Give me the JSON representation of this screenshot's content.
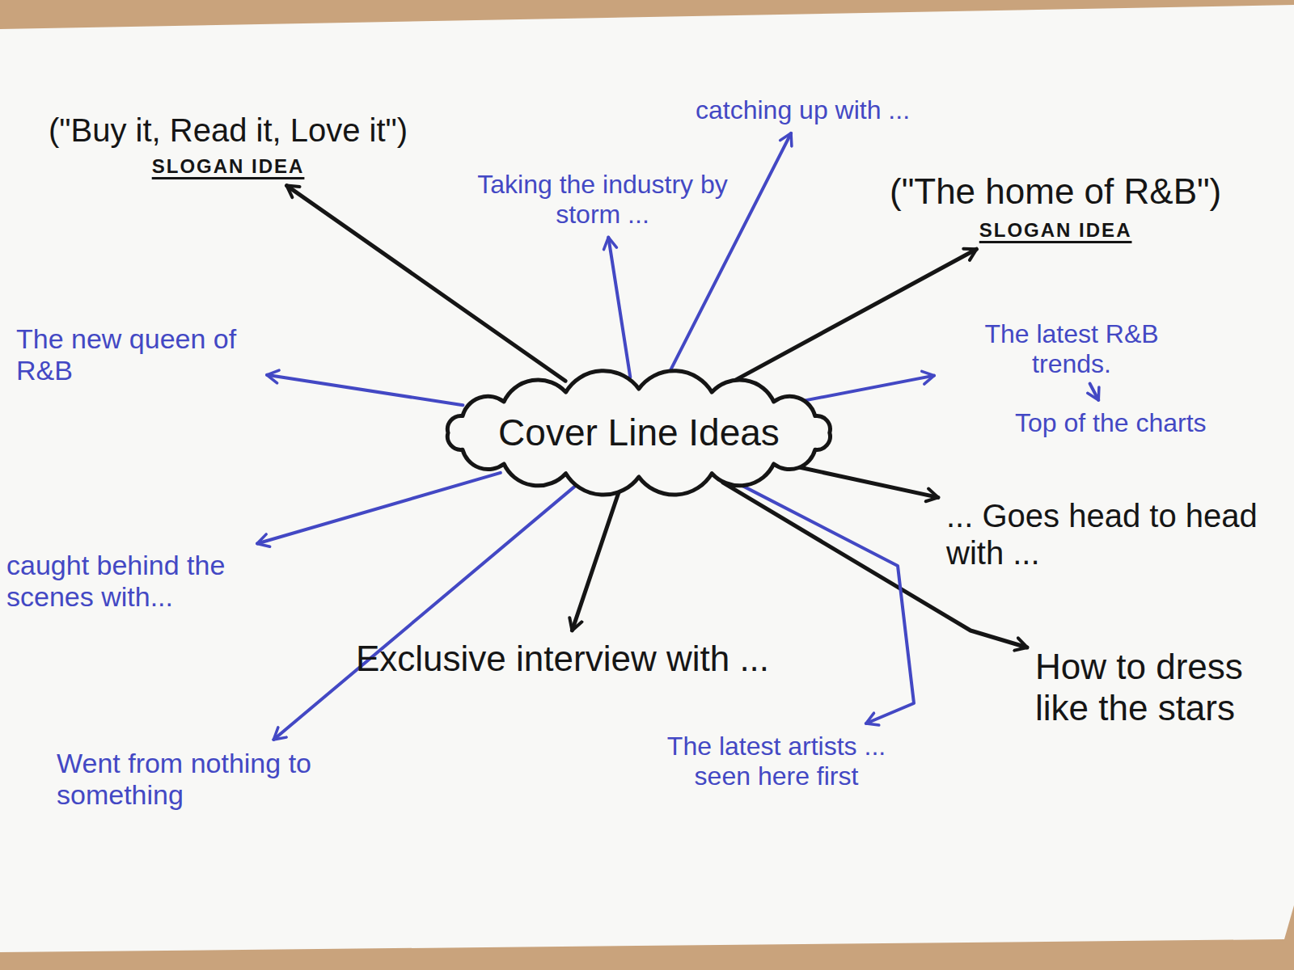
{
  "diagram": {
    "nodes": [
      {
        "text": [
          "(\"Buy it, Read it, Love it\")",
          "SLOGAN IDEA"
        ]
      },
      {
        "text": [
          "Taking the industry by storm ..."
        ]
      },
      {
        "text": [
          "catching up with ..."
        ]
      },
      {
        "text": [
          "(\"The home of R&B\")",
          "SLOGAN IDEA"
        ]
      },
      {
        "text": [
          "The latest R&B trends."
        ]
      },
      {
        "text": [
          "The new queen of R&B"
        ]
      },
      {
        "text": [
          "Top of the charts"
        ]
      },
      {
        "text": [
          "Cover Line Ideas"
        ]
      },
      {
        "text": [
          "... Goes head to head with ..."
        ]
      },
      {
        "text": [
          "caught behind the scenes with..."
        ]
      },
      {
        "text": [
          "Exclusive interview with ..."
        ]
      },
      {
        "text": [
          "How to dress like the stars"
        ]
      },
      {
        "text": [
          "The latest artists ... seen here first"
        ]
      },
      {
        "text": [
          "Went from nothing to something"
        ]
      }
    ],
    "edges": [
      {
        "from": 7,
        "to": 0,
        "arrow": "to"
      },
      {
        "from": 7,
        "to": 1,
        "arrow": "to"
      },
      {
        "from": 7,
        "to": 2,
        "arrow": "to"
      },
      {
        "from": 7,
        "to": 3,
        "arrow": "to"
      },
      {
        "from": 7,
        "to": 4,
        "arrow": "to"
      },
      {
        "from": 4,
        "to": 6,
        "arrow": "to"
      },
      {
        "from": 7,
        "to": 5,
        "arrow": "to"
      },
      {
        "from": 7,
        "to": 8,
        "arrow": "to"
      },
      {
        "from": 7,
        "to": 9,
        "arrow": "to"
      },
      {
        "from": 7,
        "to": 10,
        "arrow": "to"
      },
      {
        "from": 7,
        "to": 11,
        "arrow": "to"
      },
      {
        "from": 7,
        "to": 12,
        "arrow": "to"
      },
      {
        "from": 7,
        "to": 13,
        "arrow": "to"
      }
    ]
  }
}
